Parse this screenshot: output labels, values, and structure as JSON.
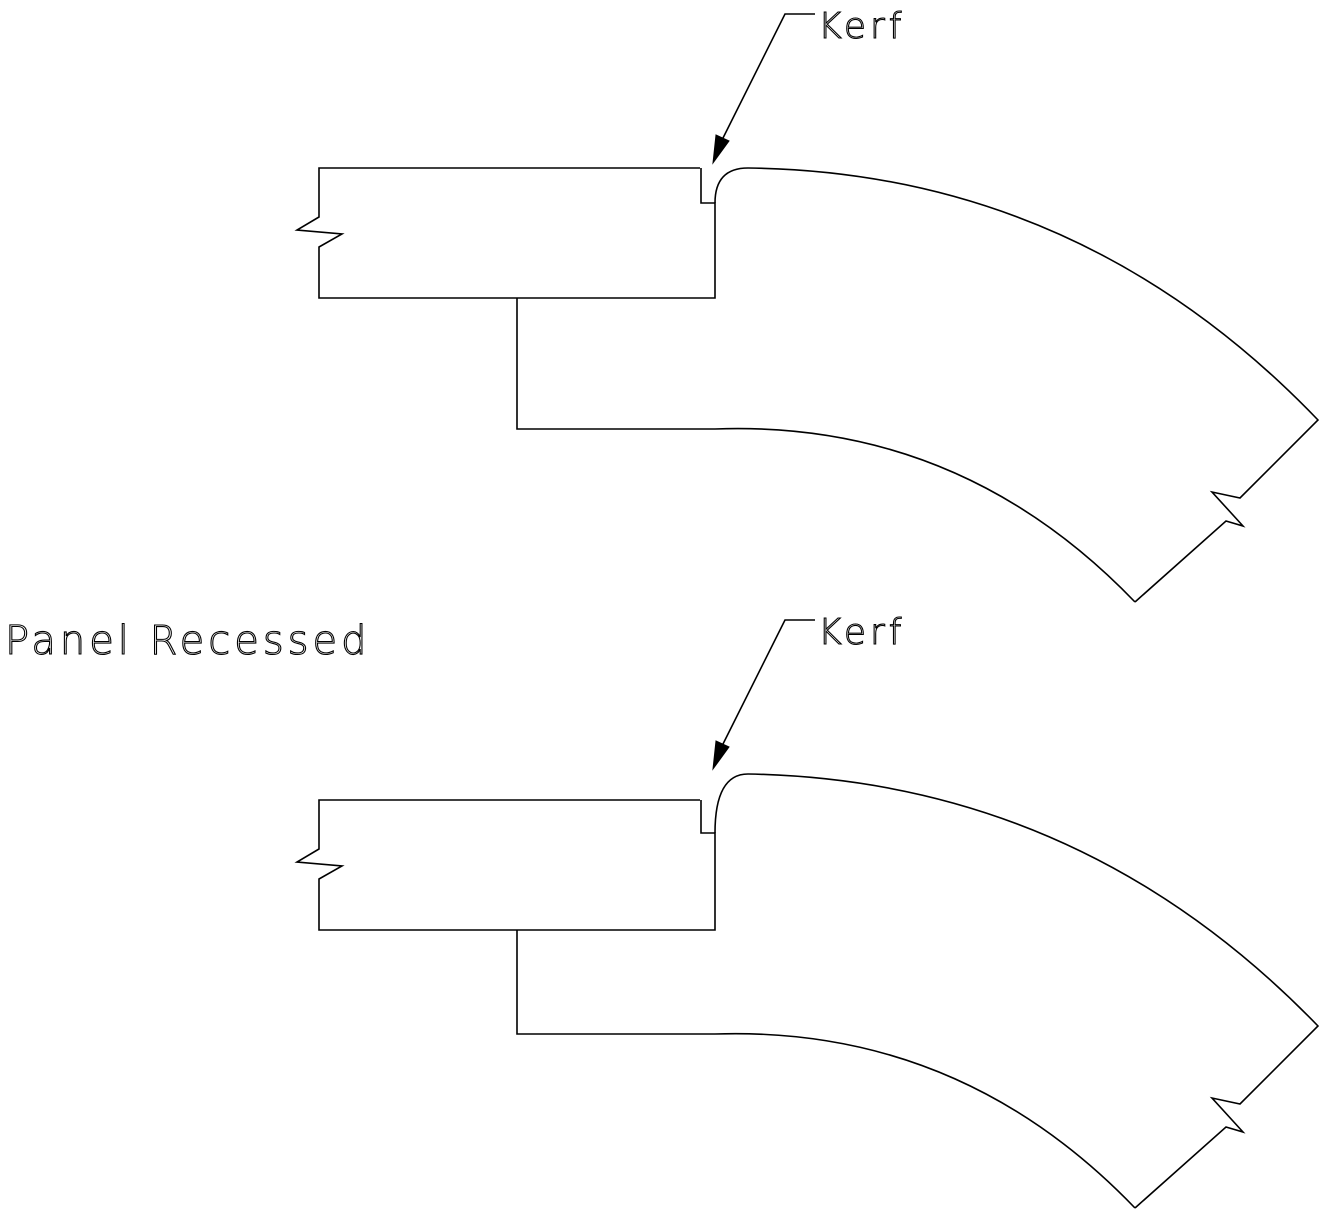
{
  "callouts": {
    "upper_label": "Kerf",
    "lower_label": "Kerf"
  },
  "caption": "Panel Recessed",
  "colors": {
    "line": "#000000",
    "background": "#ffffff"
  }
}
